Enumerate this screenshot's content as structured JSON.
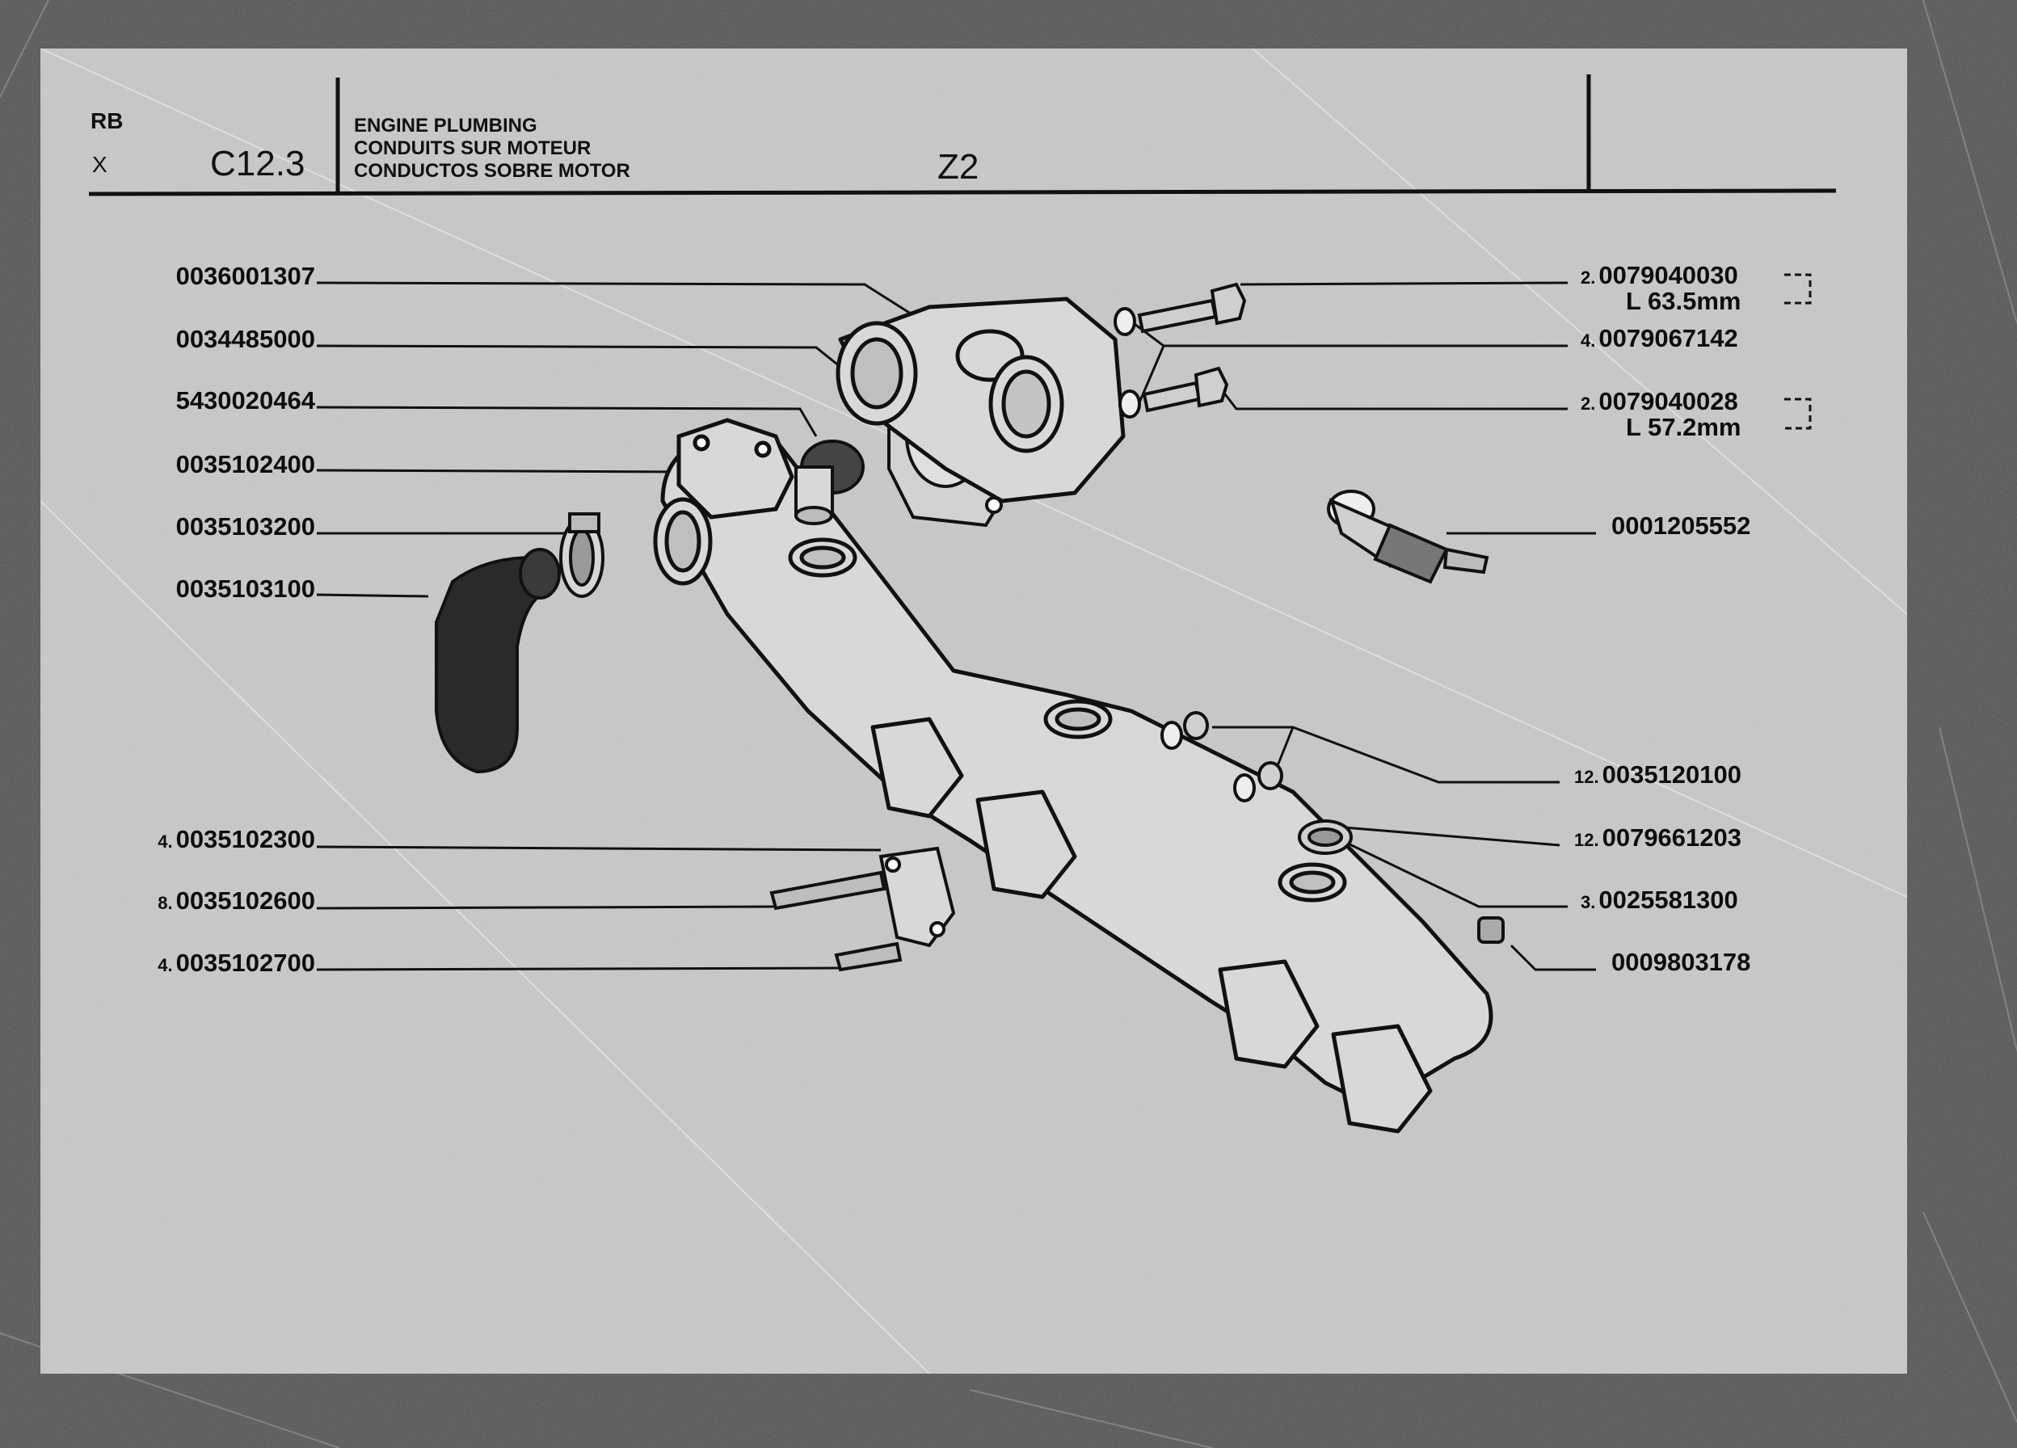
{
  "header": {
    "code_top": "RB",
    "code_bottom": "X",
    "page_code": "C12.3",
    "title_lines": [
      "ENGINE PLUMBING",
      "CONDUITS SUR MOTEUR",
      "CONDUCTOS SOBRE MOTOR"
    ],
    "model": "Z2"
  },
  "left_callouts": [
    {
      "qty": "",
      "part": "0036001307"
    },
    {
      "qty": "",
      "part": "0034485000"
    },
    {
      "qty": "",
      "part": "5430020464"
    },
    {
      "qty": "",
      "part": "0035102400"
    },
    {
      "qty": "",
      "part": "0035103200"
    },
    {
      "qty": "",
      "part": "0035103100"
    },
    {
      "qty": "4.",
      "part": "0035102300"
    },
    {
      "qty": "8.",
      "part": "0035102600"
    },
    {
      "qty": "4.",
      "part": "0035102700"
    }
  ],
  "right_callouts": [
    {
      "qty": "2.",
      "part": "0079040030",
      "length": "L  63.5mm"
    },
    {
      "qty": "4.",
      "part": "0079067142"
    },
    {
      "qty": "2.",
      "part": "0079040028",
      "length": "L  57.2mm"
    },
    {
      "qty": "",
      "part": "0001205552"
    },
    {
      "qty": "12.",
      "part": "0035120100"
    },
    {
      "qty": "12.",
      "part": "0079661203"
    },
    {
      "qty": "3.",
      "part": "0025581300"
    },
    {
      "qty": "",
      "part": "0009803178"
    }
  ]
}
